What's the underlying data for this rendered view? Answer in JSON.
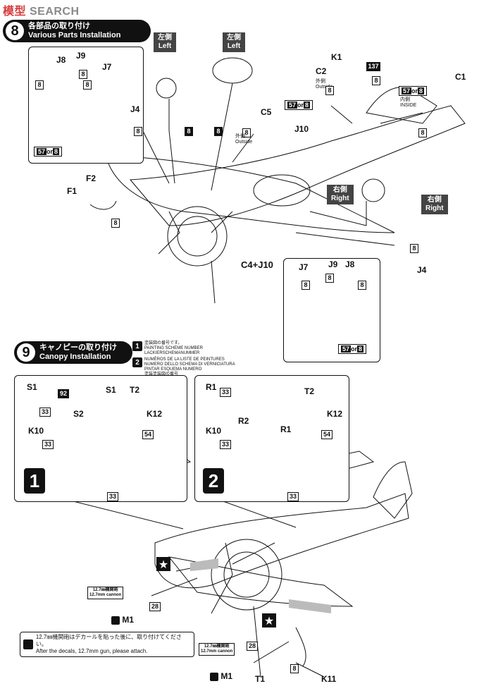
{
  "watermark": {
    "part1": "模型",
    "part2": "SEARCH"
  },
  "step8": {
    "number": "8",
    "title_jp": "各部品の取り付け",
    "title_en": "Various Parts Installation",
    "labels": {
      "left1_jp": "左側",
      "left1_en": "Left",
      "left2_jp": "左側",
      "left2_en": "Left",
      "right1_jp": "右側",
      "right1_en": "Right",
      "right2_jp": "右側",
      "right2_en": "Right",
      "j8": "J8",
      "j9": "J9",
      "j7": "J7",
      "j4_top": "J4",
      "j4_bottom": "J4",
      "f1": "F1",
      "f2": "F2",
      "k1": "K1",
      "c2": "C2",
      "c1": "C1",
      "c5": "C5",
      "j10": "J10",
      "c4j10": "C4+J10",
      "j7b": "J7",
      "j9b": "J9",
      "j8b": "J8",
      "outside_jp": "外側",
      "outside_en": "Outside",
      "inside_jp": "内側",
      "inside_en": "INSIDE",
      "outside2_jp": "外側",
      "outside2_en": "Outside"
    },
    "codes": {
      "c8": "8",
      "c137": "137",
      "c57": "57",
      "or": "or"
    }
  },
  "step9": {
    "number": "9",
    "title_jp": "キャノピーの取り付け",
    "title_en": "Canopy Installation",
    "legend": [
      {
        "mark": "1",
        "line1": "塗装図の番号です。",
        "line2": "PAINTING SCHEME NUMBER",
        "line3": "LACKIERSCHEMANUMMER"
      },
      {
        "mark": "2",
        "line1": "NUMÉROS DE LA LISTE DE PEINTURES",
        "line2": "NUMERO DELLO SCHEMA DI VERNICIATURA",
        "line3": "PINTAR ESQUEMA NUMERO",
        "line4": "塗装塗装図の番号"
      }
    ],
    "panel1": {
      "variant": "1",
      "s1": "S1",
      "s1b": "S1",
      "s2": "S2",
      "t2": "T2",
      "k10": "K10",
      "k12": "K12",
      "c92": "92",
      "c33": "33",
      "c33b": "33",
      "c33c": "33",
      "c54": "54"
    },
    "panel2": {
      "variant": "2",
      "r1": "R1",
      "r1b": "R1",
      "r2": "R2",
      "t2": "T2",
      "k10": "K10",
      "k12": "K12",
      "c33": "33",
      "c33b": "33",
      "c33c": "33",
      "c54": "54"
    },
    "cannon1": {
      "jp": "12.7㎜機関砲",
      "en": "12.7mm cannon",
      "code": "28",
      "label": "M1"
    },
    "cannon2": {
      "jp": "12.7㎜機関砲",
      "en": "12.7mm cannon",
      "code": "28",
      "label": "M1"
    },
    "t1": "T1",
    "k11": "K11",
    "c8": "8",
    "star": "★",
    "note_jp": "12.7㎜機関砲はデカールを貼った後に、取り付けてください。",
    "note_en": "After the decals, 12.7mm gun, please attach."
  }
}
